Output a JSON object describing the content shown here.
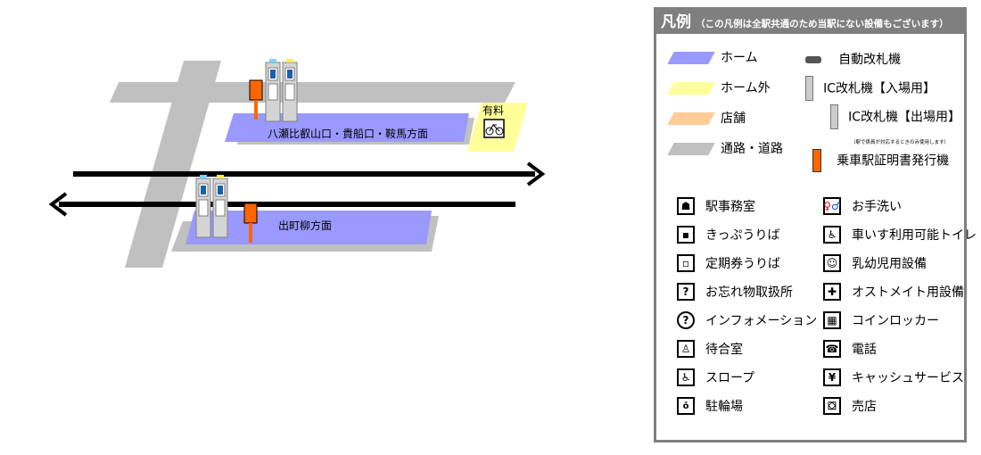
{
  "map": {
    "platform_upper_label": "八瀬比叡山口・貴船口・鞍馬方面",
    "platform_lower_label": "出町柳方面",
    "paid_label": "有料"
  },
  "legend": {
    "title": "凡例",
    "note": "（この凡例は全駅共通のため当駅にない設備もございます）",
    "colors": {
      "platform": "#9999ff",
      "outside": "#ffff99",
      "shop": "#ffcc99",
      "passage": "#c0c0c0"
    },
    "swatches": [
      {
        "label": "ホーム",
        "color": "#9999ff"
      },
      {
        "label": "ホーム外",
        "color": "#ffff99"
      },
      {
        "label": "店舗",
        "color": "#ffcc99"
      },
      {
        "label": "通路・道路",
        "color": "#c0c0c0"
      }
    ],
    "equipment": [
      {
        "label": "自動改札機",
        "icon": "ticket-gate-icon"
      },
      {
        "label": "IC改札機【入場用】",
        "icon": "ic-entry-icon"
      },
      {
        "label": "IC改札機【出場用】",
        "icon": "ic-exit-icon"
      },
      {
        "label": "（駅で係員が対応するときのみ使用します）"
      },
      {
        "label": "乗車駅証明書発行機",
        "icon": "certificate-machine-icon"
      }
    ],
    "facilities_left": [
      {
        "label": "駅事務室",
        "icon": "office-icon"
      },
      {
        "label": "きっぷうりば",
        "icon": "ticket-office-icon"
      },
      {
        "label": "定期券うりば",
        "icon": "pass-office-icon"
      },
      {
        "label": "お忘れ物取扱所",
        "icon": "lost-property-icon"
      },
      {
        "label": "インフォメーション",
        "icon": "information-icon"
      },
      {
        "label": "待合室",
        "icon": "waiting-room-icon"
      },
      {
        "label": "スロープ",
        "icon": "slope-icon"
      },
      {
        "label": "駐輪場",
        "icon": "bicycle-parking-icon"
      }
    ],
    "facilities_right": [
      {
        "label": "お手洗い",
        "icon": "toilet-icon"
      },
      {
        "label": "車いす利用可能トイレ",
        "icon": "wheelchair-toilet-icon"
      },
      {
        "label": "乳幼児用設備",
        "icon": "baby-facility-icon"
      },
      {
        "label": "オストメイト用設備",
        "icon": "ostomate-icon"
      },
      {
        "label": "コインロッカー",
        "icon": "coin-locker-icon"
      },
      {
        "label": "電話",
        "icon": "telephone-icon"
      },
      {
        "label": "キャッシュサービス",
        "icon": "cash-service-icon"
      },
      {
        "label": "売店",
        "icon": "kiosk-icon"
      }
    ]
  }
}
